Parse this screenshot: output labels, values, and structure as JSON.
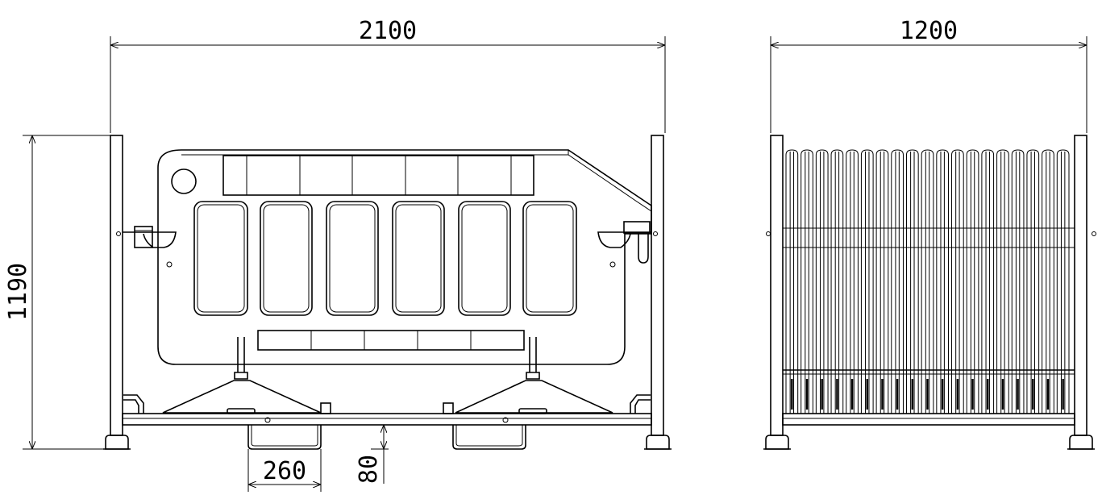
{
  "drawing": {
    "front_view": {
      "width_dim": "2100",
      "height_dim": "1190",
      "foot_width_dim": "260",
      "foot_height_dim": "80"
    },
    "side_view": {
      "width_dim": "1200",
      "panel_count": 19
    }
  }
}
